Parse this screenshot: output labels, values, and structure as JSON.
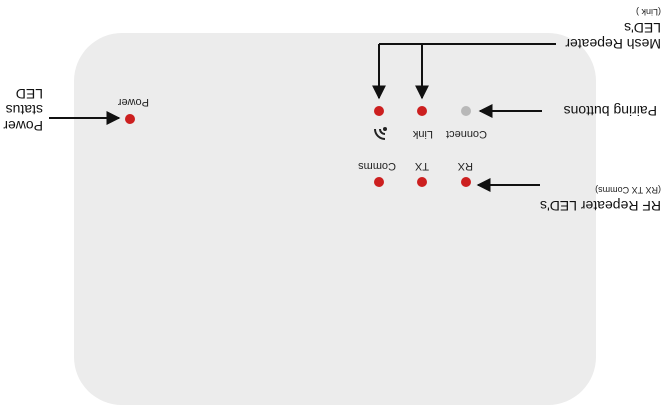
{
  "device": {
    "fill": "#ececec",
    "led_red": "#cc1f1f",
    "led_grey": "#b8b8b8"
  },
  "leds": {
    "power_label": "Power",
    "comms_label": "Comms",
    "link_label": "Link",
    "tx_label": "TX",
    "connect_label": "Connect",
    "rx_label": "RX",
    "comms_icon": "wireless-signal-icon"
  },
  "callouts": {
    "power_line1": "Power",
    "power_line2": "status",
    "power_line3": "LED",
    "rf_title": "RF Repeater LED's",
    "rf_sub": "(RX TX Comms)",
    "pairing": "Pairing buttons",
    "mesh_title": "Mesh Repeater",
    "mesh_line2": "LED's",
    "mesh_sub": "(Link )"
  }
}
